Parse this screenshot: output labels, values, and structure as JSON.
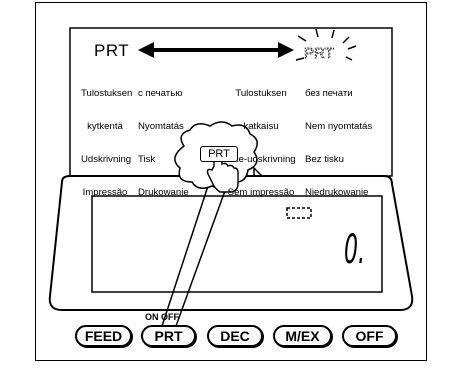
{
  "diagram": {
    "prt_label": "PRT",
    "prt_faded_label": "PRT",
    "bubble_button_label": "PRT",
    "lines": {
      "col1": [
        "Tulostuksen",
        "kytkentä",
        "Udskrivning",
        "Impressão"
      ],
      "col2": [
        "с печатью",
        "Nyomtatás",
        "Tisk",
        "Drukowanie"
      ],
      "col3": [
        "Tulostuksen",
        "katkaisu",
        "Ikke-udskrivning",
        "Sem impressão"
      ],
      "col4": [
        "без печати",
        "Nem nyomtatás",
        "Bez tisku",
        "Niedrukowanie"
      ]
    },
    "display_value": "0.",
    "on_off_label": "ON OFF"
  },
  "buttons": {
    "feed": "FEED",
    "prt": "PRT",
    "dec": "DEC",
    "mex": "M/EX",
    "off": "OFF"
  }
}
